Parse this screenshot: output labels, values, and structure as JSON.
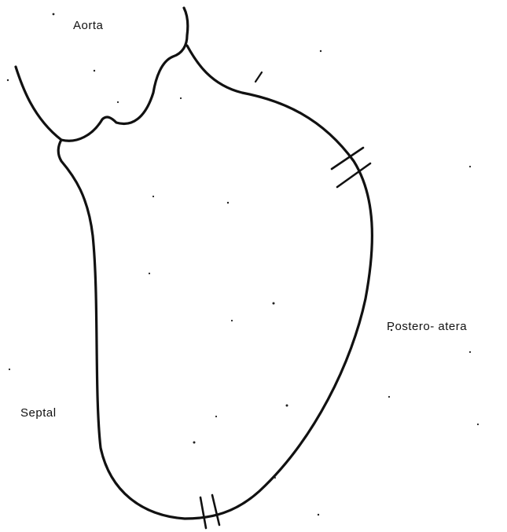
{
  "diagram": {
    "labels": {
      "aorta": "Aorta",
      "posterolateral": "Postero- atera",
      "septal": "Septal"
    },
    "colors": {
      "ink": "#111111",
      "background": "#ffffff"
    }
  }
}
